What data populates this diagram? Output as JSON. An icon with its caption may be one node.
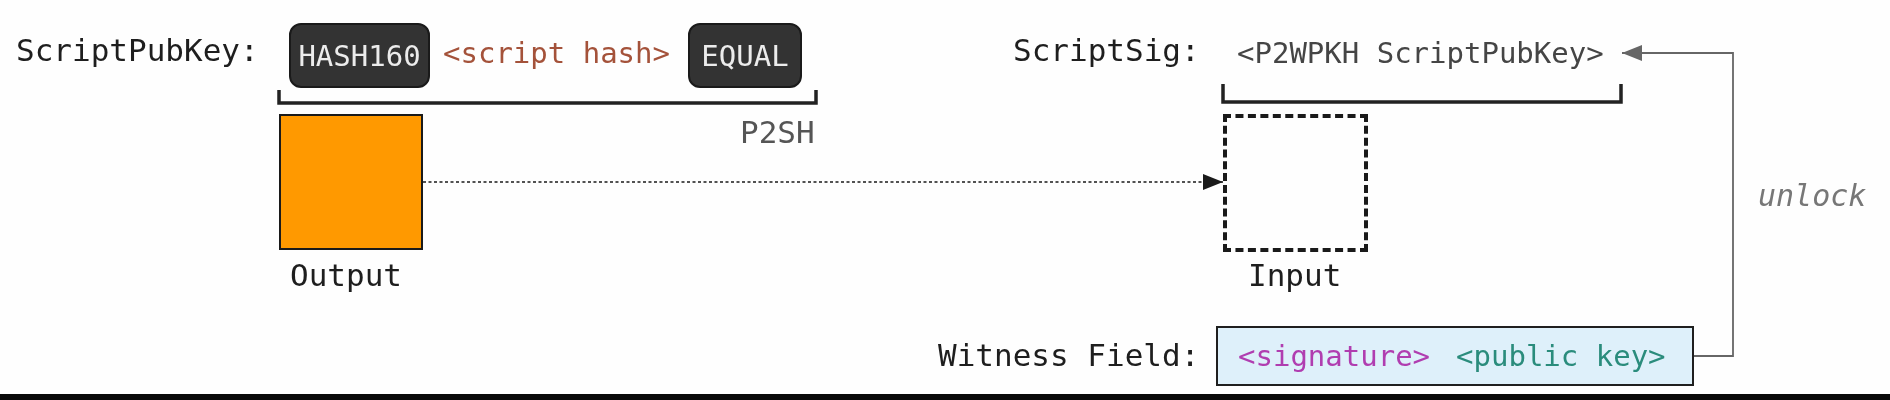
{
  "diagram": {
    "nodes": [
      {
        "text": [
          "HASH160"
        ]
      },
      {
        "text": [
          "EQUAL"
        ]
      },
      {
        "text": [
          "<P2WPKH ScriptPubKey>"
        ]
      },
      {
        "text": [],
        "shape": "box",
        "beside": [
          "Output"
        ]
      },
      {
        "text": [],
        "shape": "box",
        "beside": [
          "Input"
        ]
      },
      {
        "text": [
          "<signature>",
          "<public key>"
        ],
        "beside": [
          "Witness Field:"
        ]
      }
    ],
    "edges": [
      {
        "from": 3,
        "to": 4,
        "arrow": "to",
        "style": "dashed"
      },
      {
        "from": 5,
        "to": 2,
        "arrow": "to",
        "label": "unlock",
        "color": "#666666"
      }
    ],
    "labels": [
      "ScriptPubKey:",
      "<script hash>",
      "ScriptSig:",
      "P2SH"
    ]
  }
}
